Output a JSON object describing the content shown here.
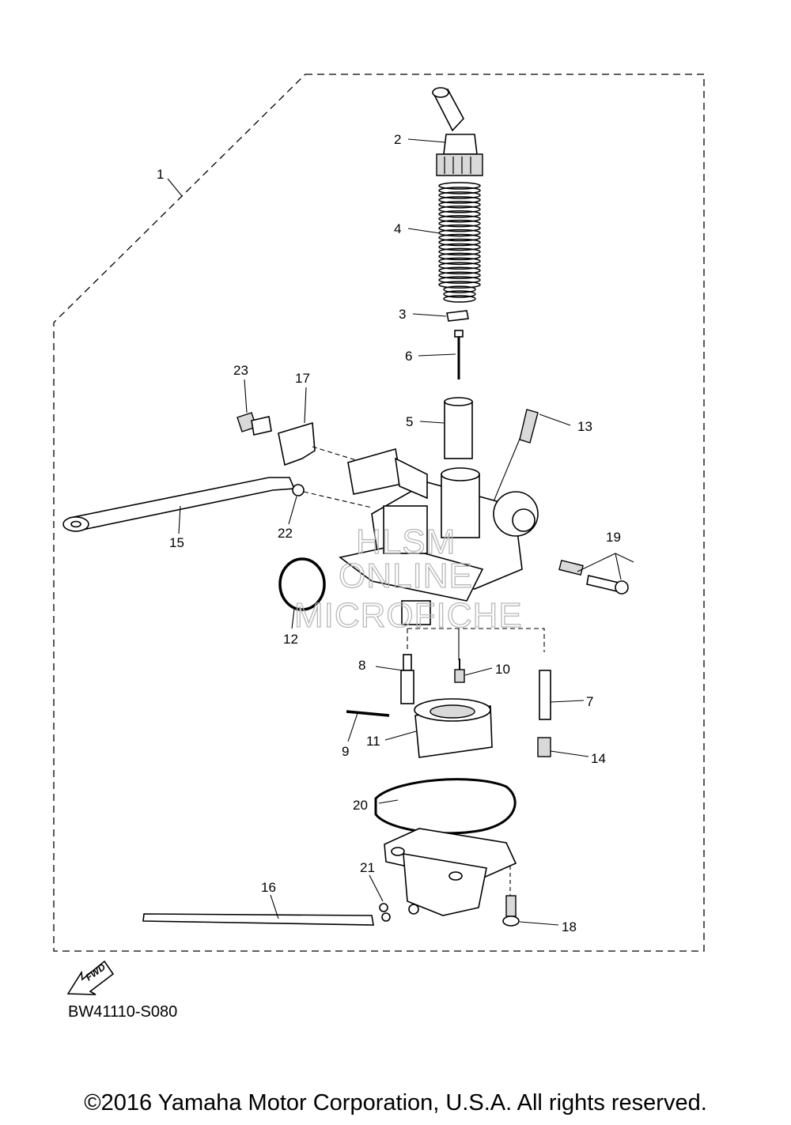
{
  "callouts": {
    "p1": "1",
    "p2": "2",
    "p3": "3",
    "p4": "4",
    "p5": "5",
    "p6": "6",
    "p7": "7",
    "p8": "8",
    "p9": "9",
    "p10": "10",
    "p11": "11",
    "p12": "12",
    "p13": "13",
    "p14": "14",
    "p15": "15",
    "p16": "16",
    "p17": "17",
    "p18": "18",
    "p19": "19",
    "p20": "20",
    "p21": "21",
    "p22": "22",
    "p23": "23"
  },
  "watermark": {
    "line1": "HLSM",
    "line2": "ONLINE",
    "line3": "MICROFICHE"
  },
  "fwd_label": "FWD",
  "diagram_code": "BW41110-S080",
  "copyright": "©2016 Yamaha Motor Corporation, U.S.A. All rights reserved."
}
